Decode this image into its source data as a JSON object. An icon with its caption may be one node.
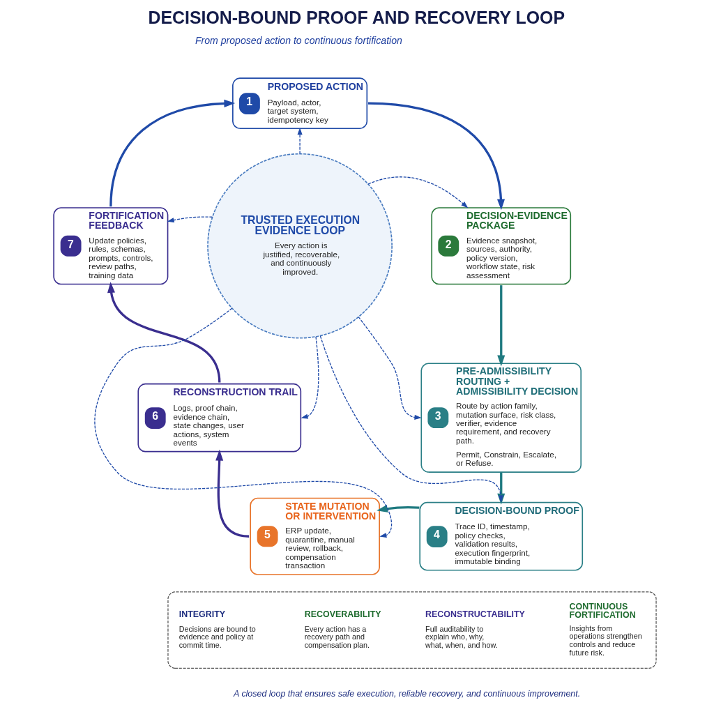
{
  "diagram": {
    "title": "DECISION-BOUND PROOF AND RECOVERY LOOP",
    "caption": "A closed loop that ensures safe execution, reliable recovery, and continuous improvement.",
    "nodes": [
      {
        "text": [
          "1",
          "PROPOSED ACTION",
          "Payload, actor, target system, idempotency key"
        ]
      },
      {
        "text": [
          "2",
          "DECISION-EVIDENCE PACKAGE",
          "Evidence snapshot, sources, authority, policy version, workflow state, risk assessment"
        ]
      },
      {
        "text": [
          "3",
          "PRE-ADMISSIBILITY ROUTING + ADMISSIBILITY DECISION",
          "Route by action family, mutation surface, risk class, verifier, evidence requirement, and recovery path.",
          "Permit, Constrain, Escalate, or Refuse."
        ]
      },
      {
        "text": [
          "4",
          "DECISION-BOUND PROOF",
          "Trace ID, timestamp, policy checks, validation results, execution fingerprint, immutable binding"
        ]
      },
      {
        "text": [
          "5",
          "STATE MUTATION OR INTERVENTION",
          "ERP update, quarantine, manual review, rollback, compensation transaction"
        ]
      },
      {
        "text": [
          "6",
          "RECONSTRUCTION TRAIL",
          "Logs, proof chain, evidence chain, state changes, user actions, system events"
        ]
      },
      {
        "text": [
          "7",
          "FORTIFICATION FEEDBACK",
          "Update policies, rules, schemas, prompts, controls, review paths, training data"
        ]
      },
      {
        "text": [
          "TRUSTED EXECUTION EVIDENCE LOOP",
          "Every action is justified, recoverable, and continuously improved."
        ]
      },
      {
        "text": [],
        "shape": "box"
      },
      {
        "text": [
          "INTEGRITY",
          "Decisions are bound to evidence and policy at commit time."
        ],
        "in": 8
      },
      {
        "text": [
          "RECOVERABILITY",
          "Every action has a recovery path and compensation plan."
        ],
        "in": 8
      },
      {
        "text": [
          "RECONSTRUCTABILITY",
          "Full auditability to explain who, why, what, when, and how."
        ],
        "in": 8
      },
      {
        "text": [
          "CONTINUOUS FORTIFICATION",
          "Insights from operations strengthen controls and reduce future risk."
        ],
        "in": 8
      }
    ],
    "edges": [
      {
        "from": 0,
        "to": 1,
        "arrow": "to",
        "style": "thick"
      },
      {
        "from": 1,
        "to": 2,
        "arrow": "to",
        "style": "thick",
        "color": "#1f7a80"
      },
      {
        "from": 2,
        "to": 3,
        "arrow": "to",
        "style": "thick",
        "color": "#1f7a80"
      },
      {
        "from": 3,
        "to": 4,
        "arrow": "to",
        "style": "thick",
        "color": "#1f7a80"
      },
      {
        "from": 4,
        "to": 5,
        "arrow": "to",
        "style": "thick",
        "color": "#3a2e8f"
      },
      {
        "from": 5,
        "to": 6,
        "arrow": "to",
        "style": "thick",
        "color": "#3a2e8f"
      },
      {
        "from": 6,
        "to": 0,
        "arrow": "to",
        "style": "thick"
      },
      {
        "from": 7,
        "to": 0,
        "arrow": "to",
        "style": "dashed"
      },
      {
        "from": 7,
        "to": 1,
        "arrow": "to",
        "style": "dashed"
      },
      {
        "from": 7,
        "to": 2,
        "arrow": "to",
        "style": "dashed"
      },
      {
        "from": 7,
        "to": 3,
        "arrow": "to",
        "style": "dashed"
      },
      {
        "from": 7,
        "to": 4,
        "arrow": "to",
        "style": "dashed"
      },
      {
        "from": 7,
        "to": 5,
        "arrow": "to",
        "style": "dashed"
      },
      {
        "from": 7,
        "to": 6,
        "arrow": "to",
        "style": "dashed"
      }
    ],
    "labels": [
      "From proposed action to continuous fortification"
    ]
  }
}
